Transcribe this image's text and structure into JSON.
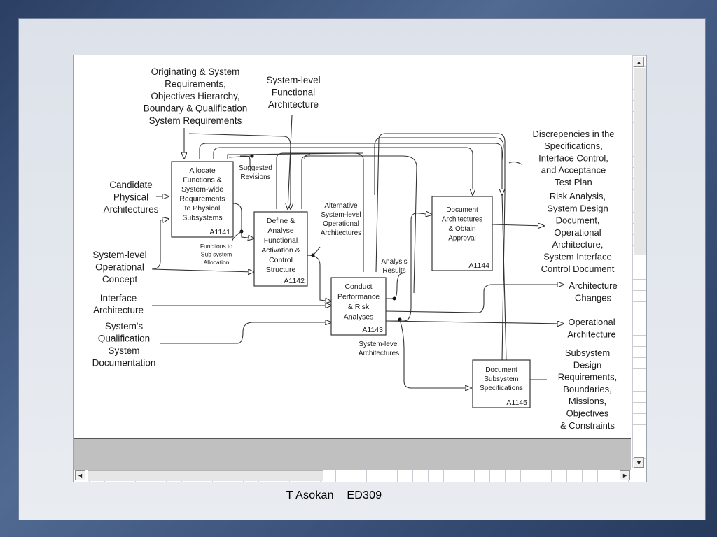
{
  "footer": {
    "author": "T Asokan",
    "course": "ED309"
  },
  "scroll_icons": {
    "up": "▲",
    "down": "▼",
    "left": "◄",
    "right": "►"
  },
  "boxes": {
    "a1141": {
      "lines": [
        "Allocate",
        "Functions &",
        "System-wide",
        "Requirements",
        "to Physical",
        "Subsystems"
      ],
      "code": "A1141"
    },
    "a1142": {
      "lines": [
        "Define &",
        "Analyse",
        "Functional",
        "Activation &",
        "Control",
        "Structure"
      ],
      "code": "A1142"
    },
    "a1143": {
      "lines": [
        "Conduct",
        "Performance",
        "& Risk",
        "Analyses"
      ],
      "code": "A1143"
    },
    "a1144": {
      "lines": [
        "Document",
        "Architectures",
        "& Obtain",
        "Approval"
      ],
      "code": "A1144"
    },
    "a1145": {
      "lines": [
        "Document",
        "Subsystem",
        "Specifications"
      ],
      "code": "A1145"
    }
  },
  "labels": {
    "orig_req": [
      "Originating & System",
      "Requirements,",
      "Objectives Hierarchy,",
      "Boundary & Qualification",
      "System Requirements"
    ],
    "sys_func_arch": [
      "System-level",
      "Functional",
      "Architecture"
    ],
    "candidate_phys": [
      "Candidate",
      "Physical",
      "Architectures"
    ],
    "sys_op_concept": [
      "System-level",
      "Operational",
      "Concept"
    ],
    "interface_arch": [
      "Interface",
      "Architecture"
    ],
    "qual_doc": [
      "System's",
      "Qualification",
      "System",
      "Documentation"
    ],
    "suggested": [
      "Suggested",
      "Revisions"
    ],
    "func_sub": [
      "Functions to",
      "Sub system",
      "Allocation"
    ],
    "alt_arch": [
      "Alternative",
      "System-level",
      "Operational",
      "Architectures"
    ],
    "analysis_results": [
      "Analysis",
      "Results"
    ],
    "sys_level_arch": [
      "System-level",
      "Architectures"
    ],
    "discrepencies": [
      "Discrepencies in the",
      "Specifications,",
      "Interface Control,",
      "and Acceptance",
      "Test Plan"
    ],
    "risk_analysis": [
      "Risk Analysis,",
      "System Design",
      "Document,",
      "Operational",
      "Architecture,",
      "System Interface",
      "Control Document"
    ],
    "arch_changes": [
      "Architecture",
      "Changes"
    ],
    "op_arch": [
      "Operational",
      "Architecture"
    ],
    "subsys_design": [
      "Subsystem",
      "Design",
      "Requirements,",
      "Boundaries,",
      "Missions,",
      "Objectives",
      "& Constraints"
    ]
  }
}
